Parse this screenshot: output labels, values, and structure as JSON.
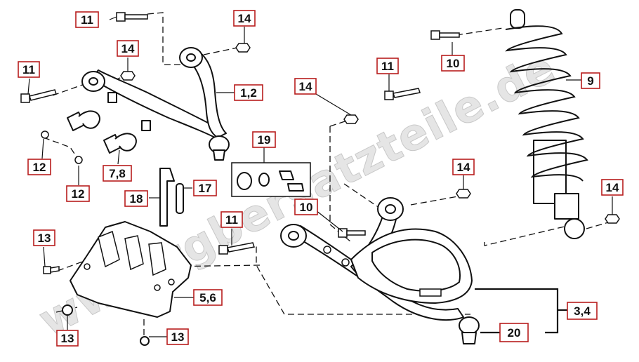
{
  "watermark": "www.tgbersatzteile.de",
  "callouts": {
    "c11_top": "11",
    "c14_top": "14",
    "c14_left": "14",
    "c11_left": "11",
    "c1_2": "1,2",
    "c12_a": "12",
    "c12_b": "12",
    "c7_8": "7,8",
    "c18": "18",
    "c17": "17",
    "c19": "19",
    "c14_mid": "14",
    "c11_mid": "11",
    "c10_right": "10",
    "c9": "9",
    "c14_right": "14",
    "c14_far": "14",
    "c11_low": "11",
    "c10_low": "10",
    "c13_top": "13",
    "c5_6": "5,6",
    "c13_left": "13",
    "c13_bottom": "13",
    "c3_4": "3,4",
    "c20": "20"
  },
  "colors": {
    "callout_border": "#b81d1d",
    "line": "#111111",
    "watermark": "#dcdcdc"
  }
}
